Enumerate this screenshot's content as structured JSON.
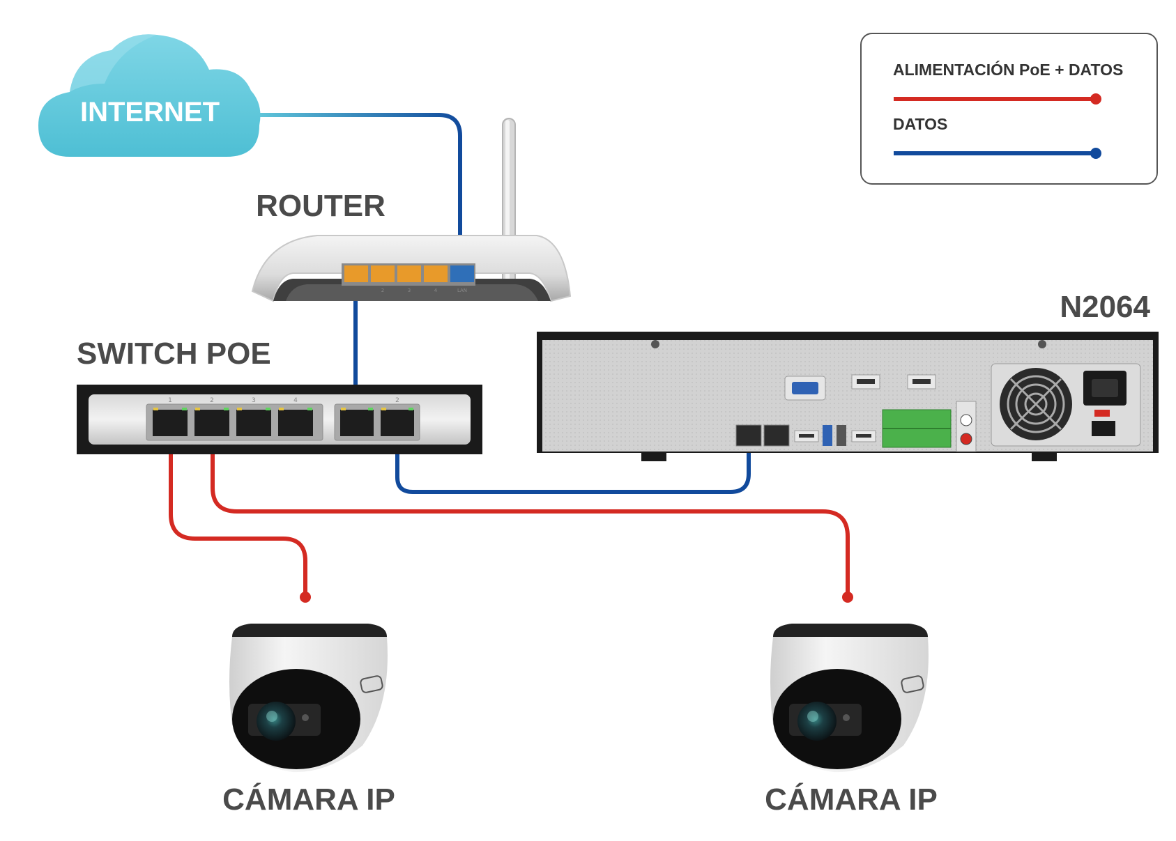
{
  "labels": {
    "internet": "INTERNET",
    "router": "ROUTER",
    "switch": "SWITCH POE",
    "nvr": "N2064",
    "camera_left": "CÁMARA IP",
    "camera_right": "CÁMARA IP"
  },
  "legend": {
    "poe_label": "ALIMENTACIÓN PoE + DATOS",
    "data_label": "DATOS"
  },
  "router_ports": {
    "p2": "2",
    "p3": "3",
    "p4": "4",
    "lan": "LAN"
  },
  "switch_ports": {
    "p1": "1",
    "p2": "2",
    "p3": "3",
    "p4": "4",
    "up2": "2"
  },
  "colors": {
    "poe_cable": "#d42a22",
    "data_cable": "#114a9c",
    "cloud": "#5fc6da",
    "router_port": "#e89a2a"
  }
}
